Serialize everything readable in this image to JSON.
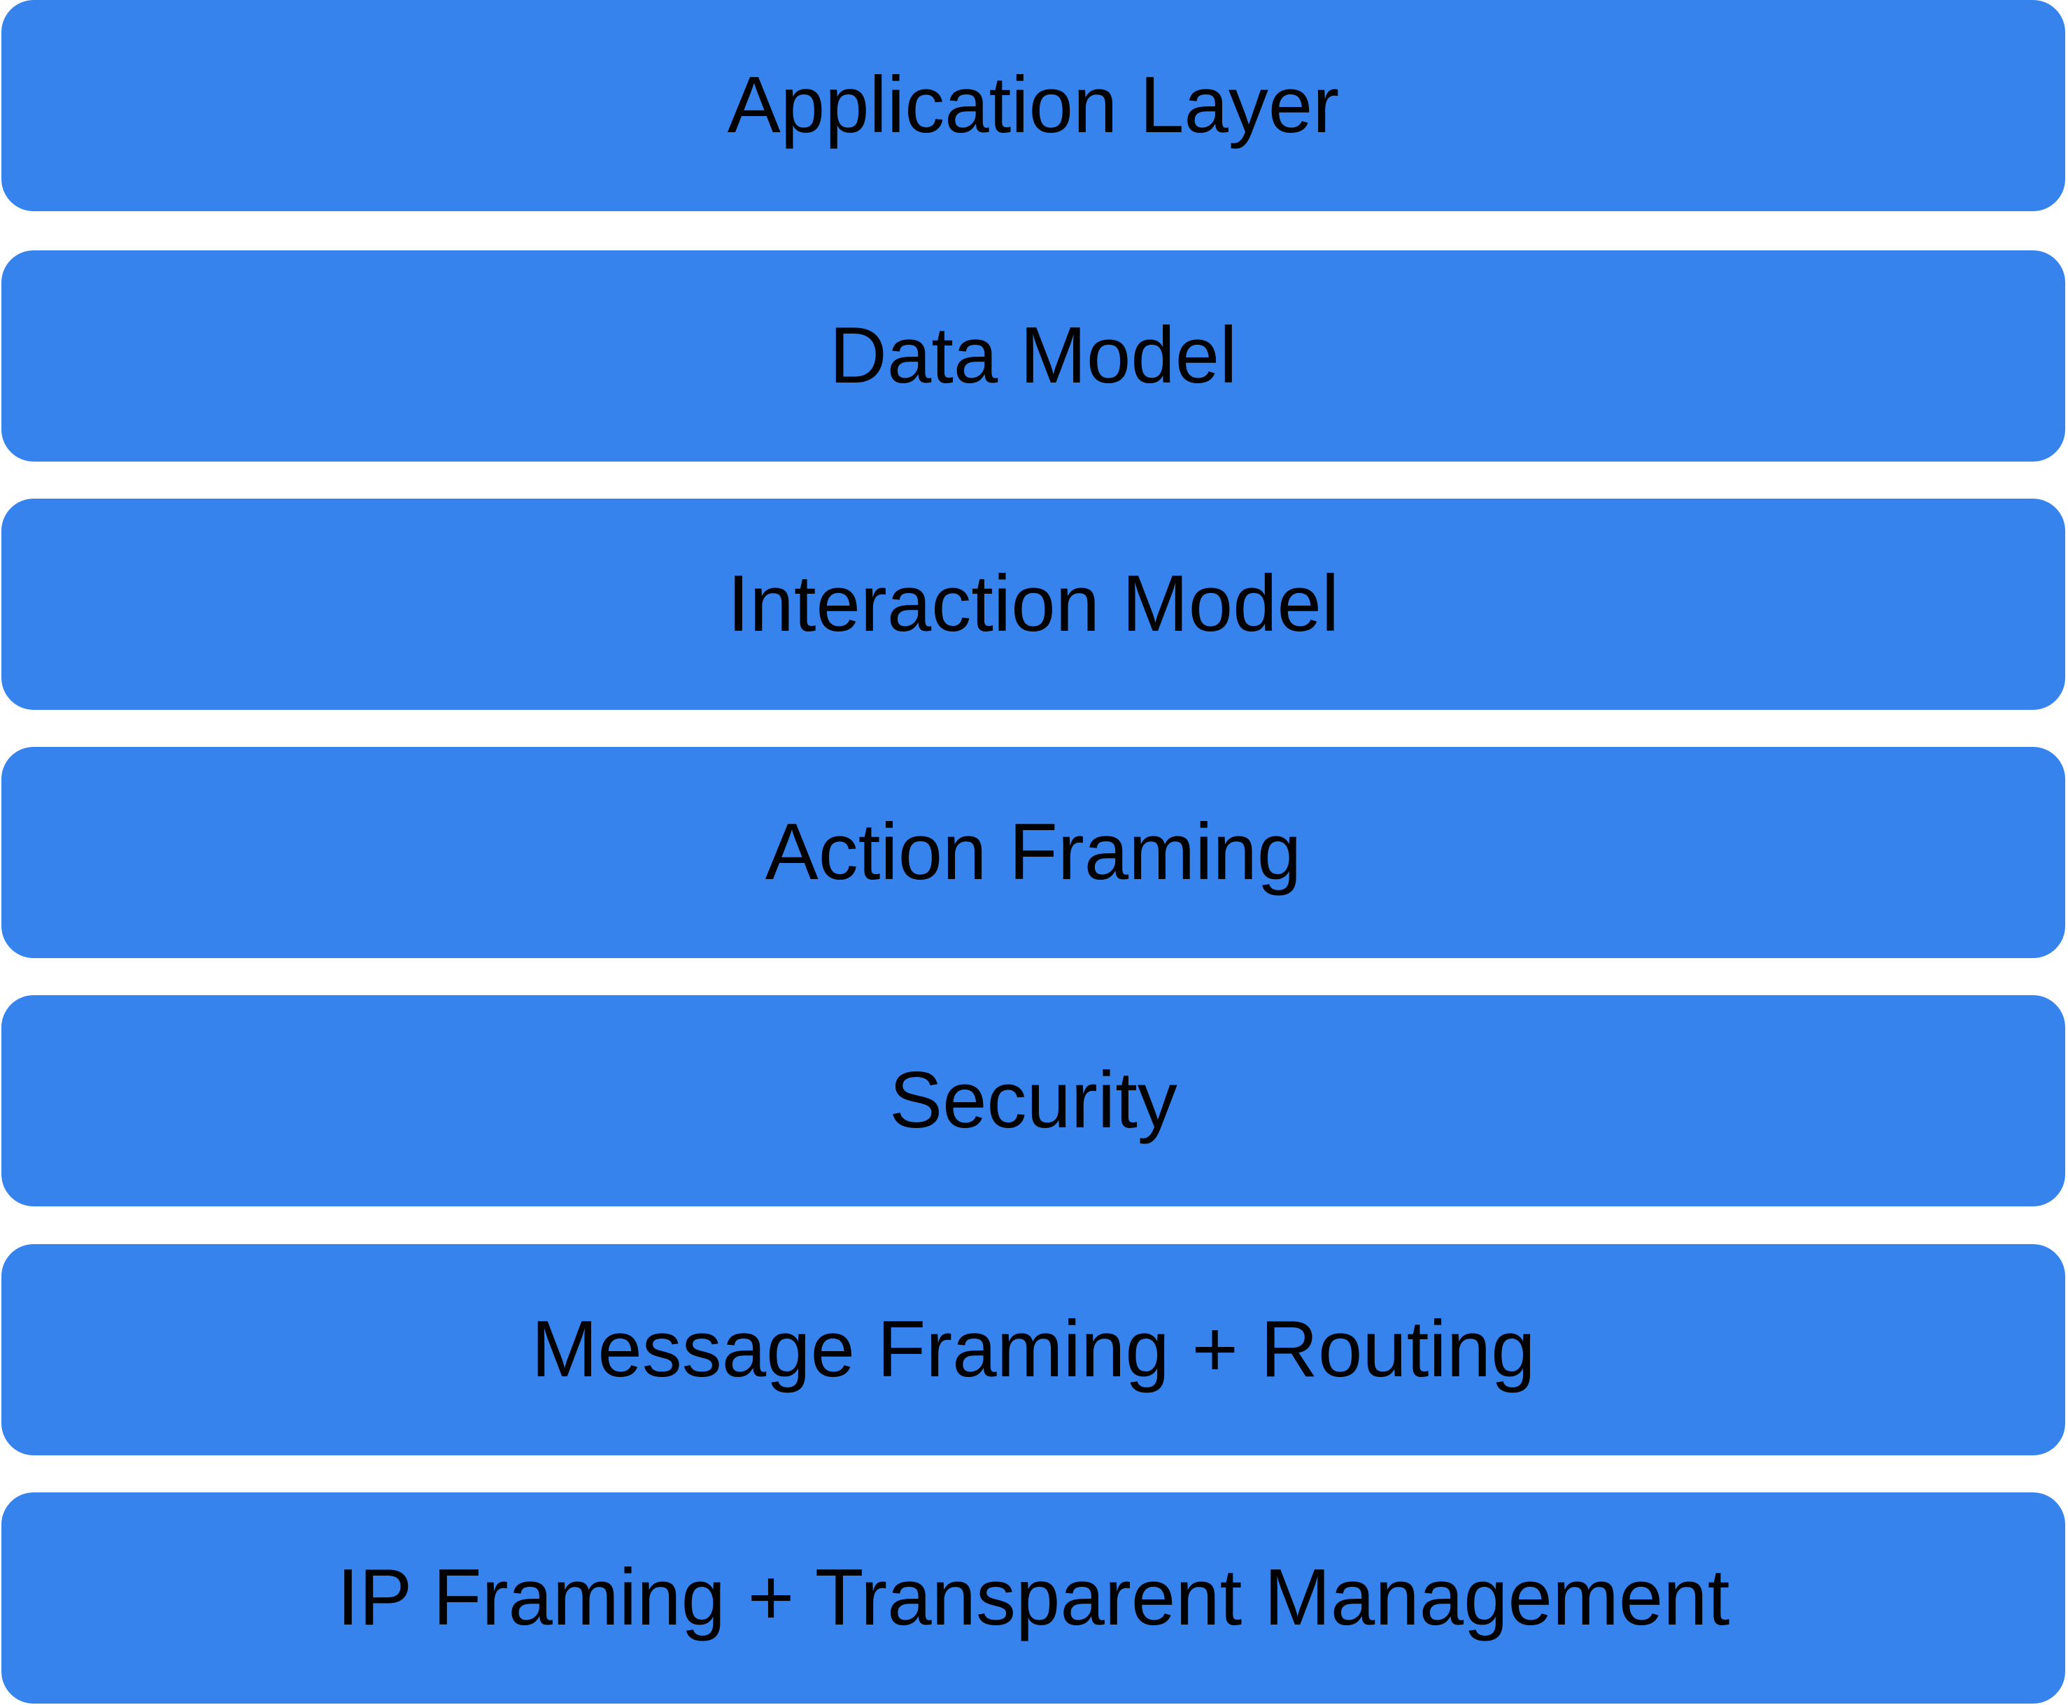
{
  "colors": {
    "layer_fill": "#3683ee",
    "label_text": "#000000",
    "background": "#ffffff"
  },
  "layers": [
    {
      "label": "Application Layer"
    },
    {
      "label": "Data Model"
    },
    {
      "label": "Interaction Model"
    },
    {
      "label": "Action Framing"
    },
    {
      "label": "Security"
    },
    {
      "label": "Message Framing + Routing"
    },
    {
      "label": "IP Framing + Transparent Management"
    }
  ]
}
